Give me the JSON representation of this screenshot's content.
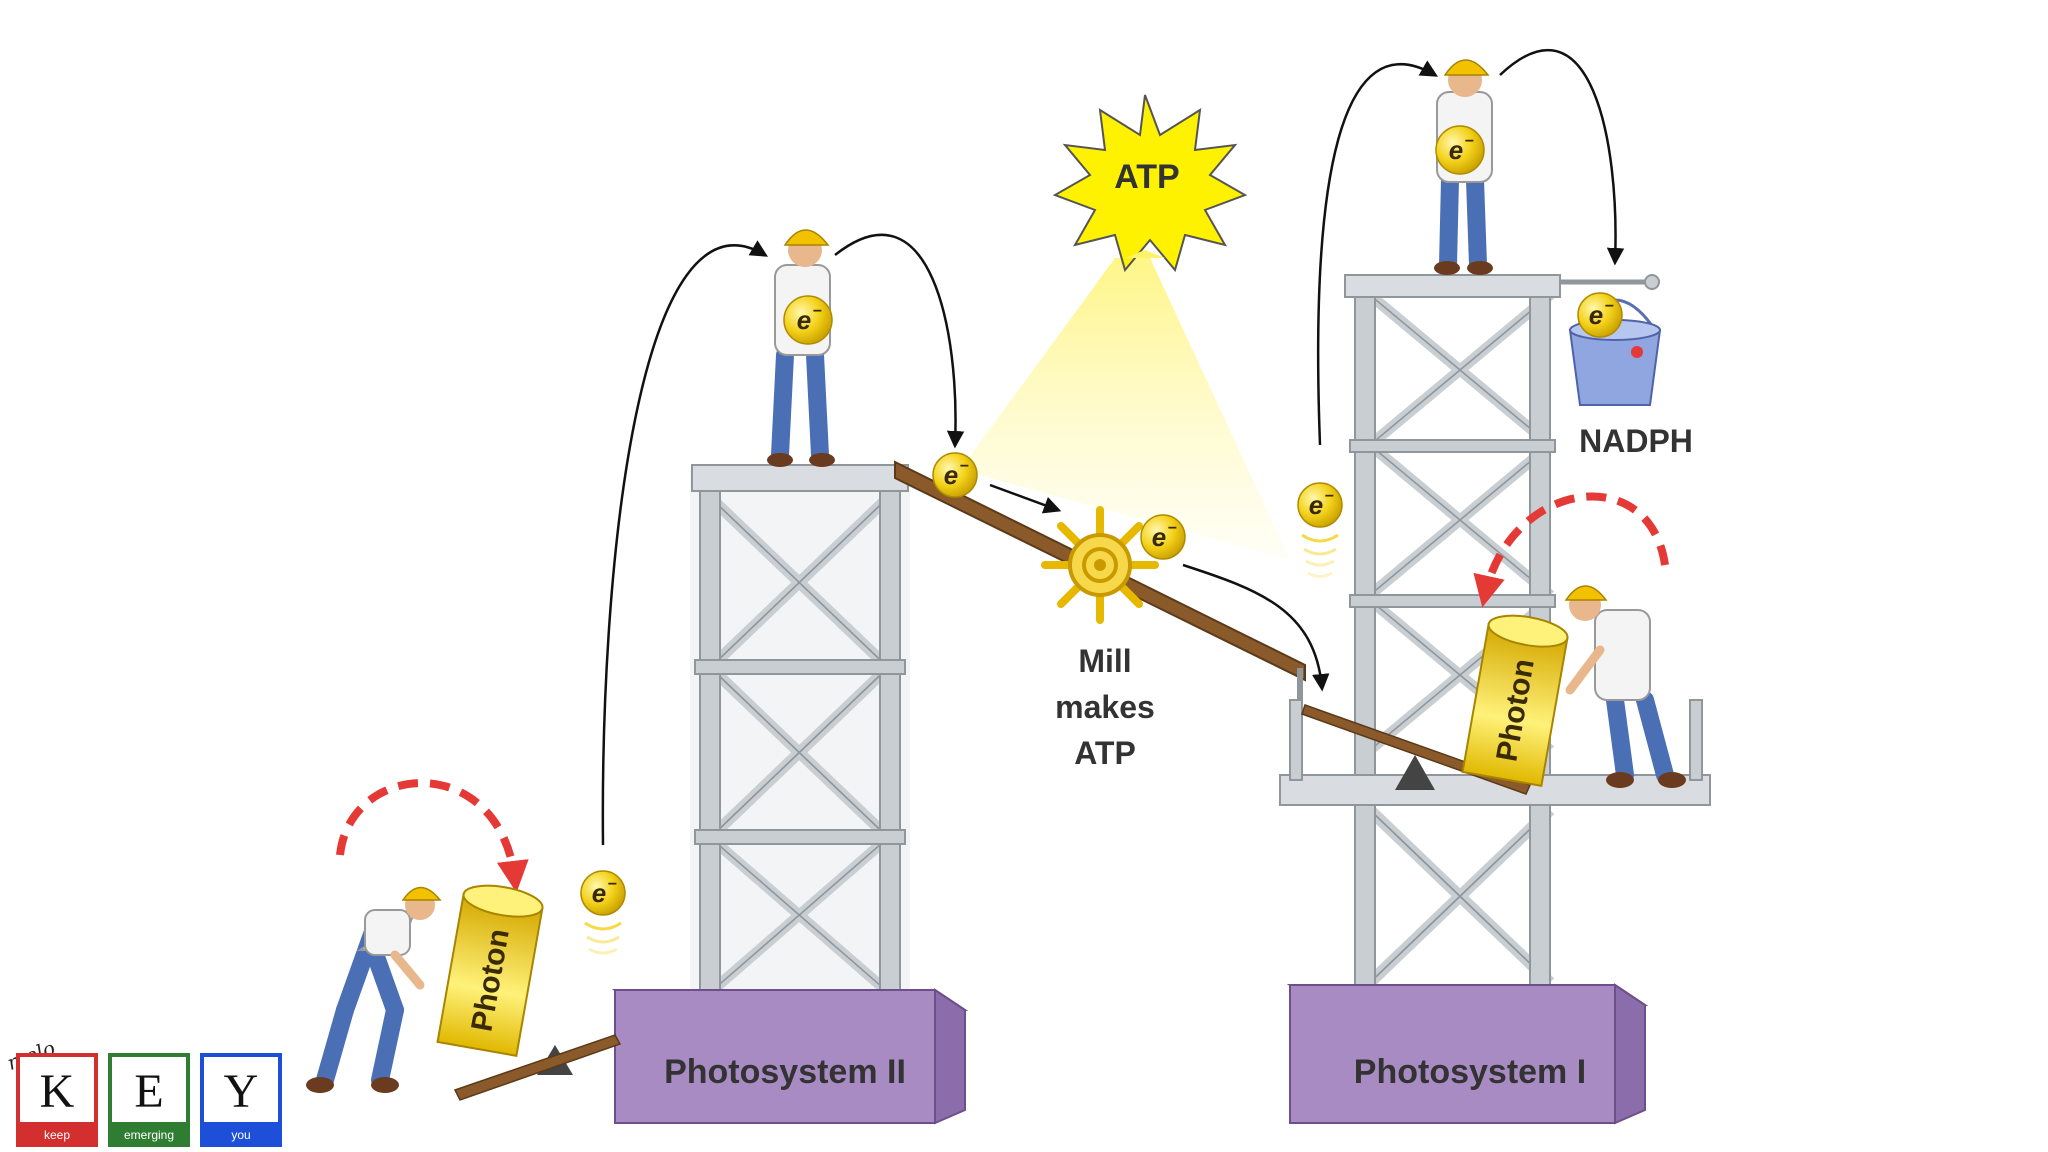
{
  "labels": {
    "photosystem_2": "Photosystem II",
    "photosystem_1": "Photosystem I",
    "atp_burst": "ATP",
    "mill_line1": "Mill",
    "mill_line2": "makes",
    "mill_line3": "ATP",
    "nadph": "NADPH",
    "photon": "Photon",
    "electron": "e",
    "electron_sup": "−"
  },
  "logo": {
    "prefix": "melo",
    "letters": [
      {
        "letter": "K",
        "word": "keep",
        "color": "#d32f2f"
      },
      {
        "letter": "E",
        "word": "emerging",
        "color": "#2e7d32"
      },
      {
        "letter": "Y",
        "word": "you",
        "color": "#1e4fd8"
      }
    ]
  },
  "colors": {
    "tower": "#c9ced3",
    "tower_edge": "#8f969c",
    "base": "#a98bc4",
    "base_edge": "#6d4f8c",
    "electron": "#f4d21a",
    "photon": "#f4d21a",
    "ramp": "#8a5a2b",
    "red_arrow": "#e53935",
    "bucket": "#8fa6e0"
  }
}
